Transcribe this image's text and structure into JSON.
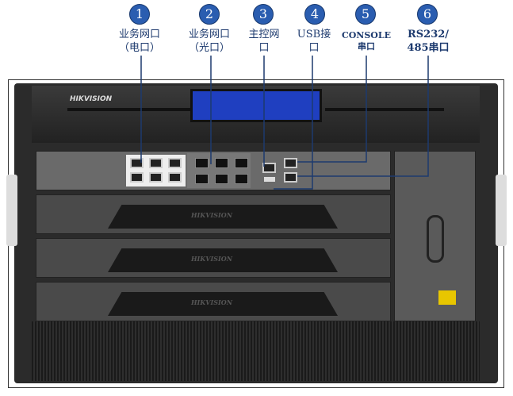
{
  "callouts": [
    {
      "number": "1",
      "label": "业务网口\n（电口）"
    },
    {
      "number": "2",
      "label": "业务网口\n（光口）"
    },
    {
      "number": "3",
      "label": "主控网\n口"
    },
    {
      "number": "4",
      "label": "USB接\n口"
    },
    {
      "number": "5",
      "label": "CONSOLE\n串口"
    },
    {
      "number": "6",
      "label": "RS232/\n485串口"
    }
  ],
  "device": {
    "brand": "HIKVISION",
    "lcd_color": "#1f3fc0"
  },
  "colors": {
    "callout": "#2a5db0",
    "leader": "#1d3a6e"
  }
}
